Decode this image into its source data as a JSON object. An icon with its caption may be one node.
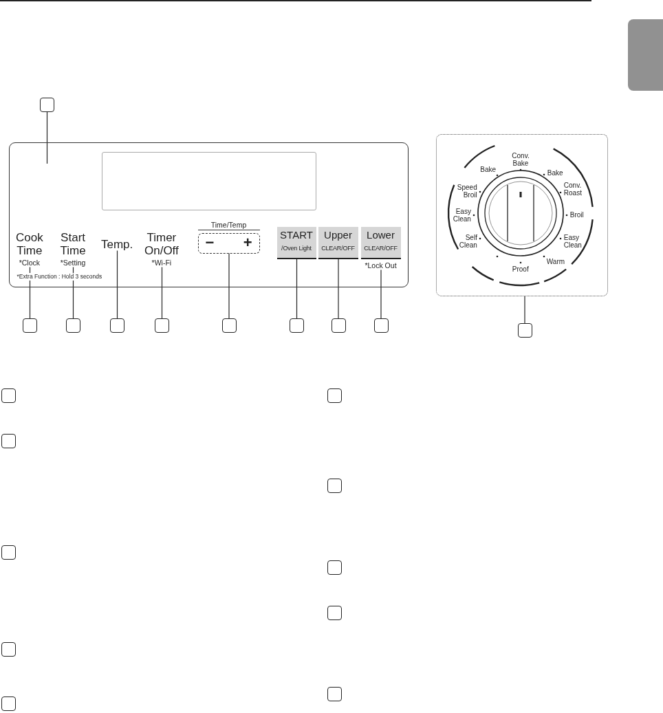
{
  "diagram": {
    "nodes": [
      {
        "text": [],
        "shape": "box"
      },
      {
        "text": [],
        "shape": "box"
      },
      {
        "text": [
          "*Extra Function : Hold 3 seconds"
        ]
      },
      {
        "text": [],
        "shape": "box",
        "in": 2
      },
      {
        "text": [
          "Cook Time",
          "*Clock"
        ],
        "in": 2
      },
      {
        "text": [
          "Start Time",
          "*Setting"
        ],
        "in": 2
      },
      {
        "text": [
          "Temp."
        ],
        "in": 2
      },
      {
        "text": [
          "Timer On/Off",
          "*Wi-Fi"
        ],
        "in": 2
      },
      {
        "text": [
          "Time/Temp",
          "−",
          "+"
        ],
        "in": 2
      },
      {
        "text": [
          "START",
          "/Oven Light"
        ],
        "in": 2
      },
      {
        "text": [
          "Upper",
          "CLEAR/OFF"
        ],
        "in": 2
      },
      {
        "text": [
          "Lower",
          "CLEAR/OFF"
        ],
        "beside": [
          "*Lock Out"
        ],
        "in": 2
      },
      {
        "text": [
          "Conv. Bake",
          "Bake",
          "Bake",
          "Speed Broil",
          "Conv. Roast",
          "Easy Clean",
          "Broil",
          "Self Clean",
          "Easy Clean",
          "Warm",
          "Proof"
        ]
      },
      {
        "text": [],
        "shape": "box"
      },
      {
        "text": [],
        "shape": "box"
      },
      {
        "text": [],
        "shape": "box"
      },
      {
        "text": [],
        "shape": "box"
      },
      {
        "text": [],
        "shape": "box"
      },
      {
        "text": [],
        "shape": "box"
      },
      {
        "text": [],
        "shape": "box"
      },
      {
        "text": [],
        "shape": "box"
      },
      {
        "text": [],
        "shape": "box"
      },
      {
        "text": [],
        "shape": "box"
      },
      {
        "text": [],
        "shape": "box"
      },
      {
        "text": [],
        "shape": "box"
      },
      {
        "text": [],
        "shape": "box"
      },
      {
        "text": [],
        "shape": "box"
      },
      {
        "text": [],
        "shape": "box"
      },
      {
        "text": [],
        "shape": "box"
      },
      {
        "text": [],
        "shape": "box"
      },
      {
        "text": [],
        "shape": "box"
      },
      {
        "text": [],
        "shape": "box"
      }
    ],
    "edges": [
      {
        "from": 1,
        "to": null,
        "arrow": "none"
      },
      {
        "from": 13,
        "to": 4,
        "arrow": "none"
      },
      {
        "from": 14,
        "to": 5,
        "arrow": "none"
      },
      {
        "from": 15,
        "to": 6,
        "arrow": "none"
      },
      {
        "from": 16,
        "to": 7,
        "arrow": "none"
      },
      {
        "from": 17,
        "to": 8,
        "arrow": "none"
      },
      {
        "from": 18,
        "to": 9,
        "arrow": "none"
      },
      {
        "from": 19,
        "to": 10,
        "arrow": "none"
      },
      {
        "from": 20,
        "to": 11,
        "arrow": "none"
      },
      {
        "from": 21,
        "to": 12,
        "arrow": "none"
      }
    ]
  }
}
